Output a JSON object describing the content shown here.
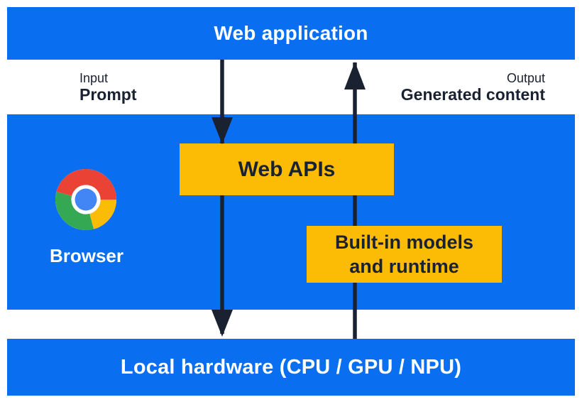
{
  "diagram": {
    "title_bar": "Web application",
    "input_label": "Input",
    "input_sublabel": "Prompt",
    "output_label": "Output",
    "output_sublabel": "Generated content",
    "web_apis_label": "Web APIs",
    "builtin_models_line1": "Built-in models",
    "builtin_models_line2": "and runtime",
    "browser_label": "Browser",
    "local_hardware_label": "Local hardware (CPU / GPU / NPU)"
  },
  "icons": {
    "browser_logo": "chrome-logo-icon"
  },
  "colors": {
    "band_blue": "#0a6ef0",
    "box_yellow": "#fcbc05",
    "arrow_navy": "#1a2130",
    "text_white": "#ffffff",
    "chrome_red": "#ea4335",
    "chrome_green": "#34a853",
    "chrome_yellow": "#fbbc05",
    "chrome_center_blue": "#4285f4"
  },
  "arrows": [
    {
      "name": "input-flow-arrow",
      "direction": "down",
      "from": "Web application",
      "to": "Local hardware (CPU / GPU / NPU)",
      "through": "Web APIs"
    },
    {
      "name": "output-flow-arrow",
      "direction": "up",
      "from": "Local hardware (CPU / GPU / NPU)",
      "to": "Web application",
      "through": "Built-in models and runtime"
    }
  ]
}
